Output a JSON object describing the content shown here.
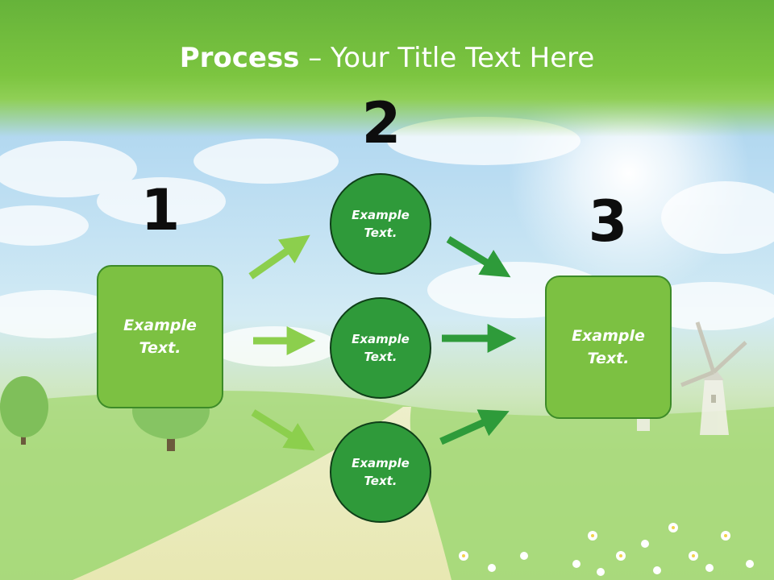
{
  "title": {
    "bold": "Process",
    "rest": " – Your Title Text Here"
  },
  "steps": [
    {
      "number": "1",
      "text": "Example\nText."
    },
    {
      "number": "2"
    },
    {
      "number": "3",
      "text": "Example\nText."
    }
  ],
  "circles": [
    {
      "text": "Example\nText."
    },
    {
      "text": "Example\nText."
    },
    {
      "text": "Example\nText."
    }
  ],
  "colors": {
    "header_green": "#7cc540",
    "box_fill": "#7cc142",
    "circle_fill": "#2f9a3a",
    "arrow_light": "#8ccf4d",
    "arrow_dark": "#2e9b3a"
  }
}
